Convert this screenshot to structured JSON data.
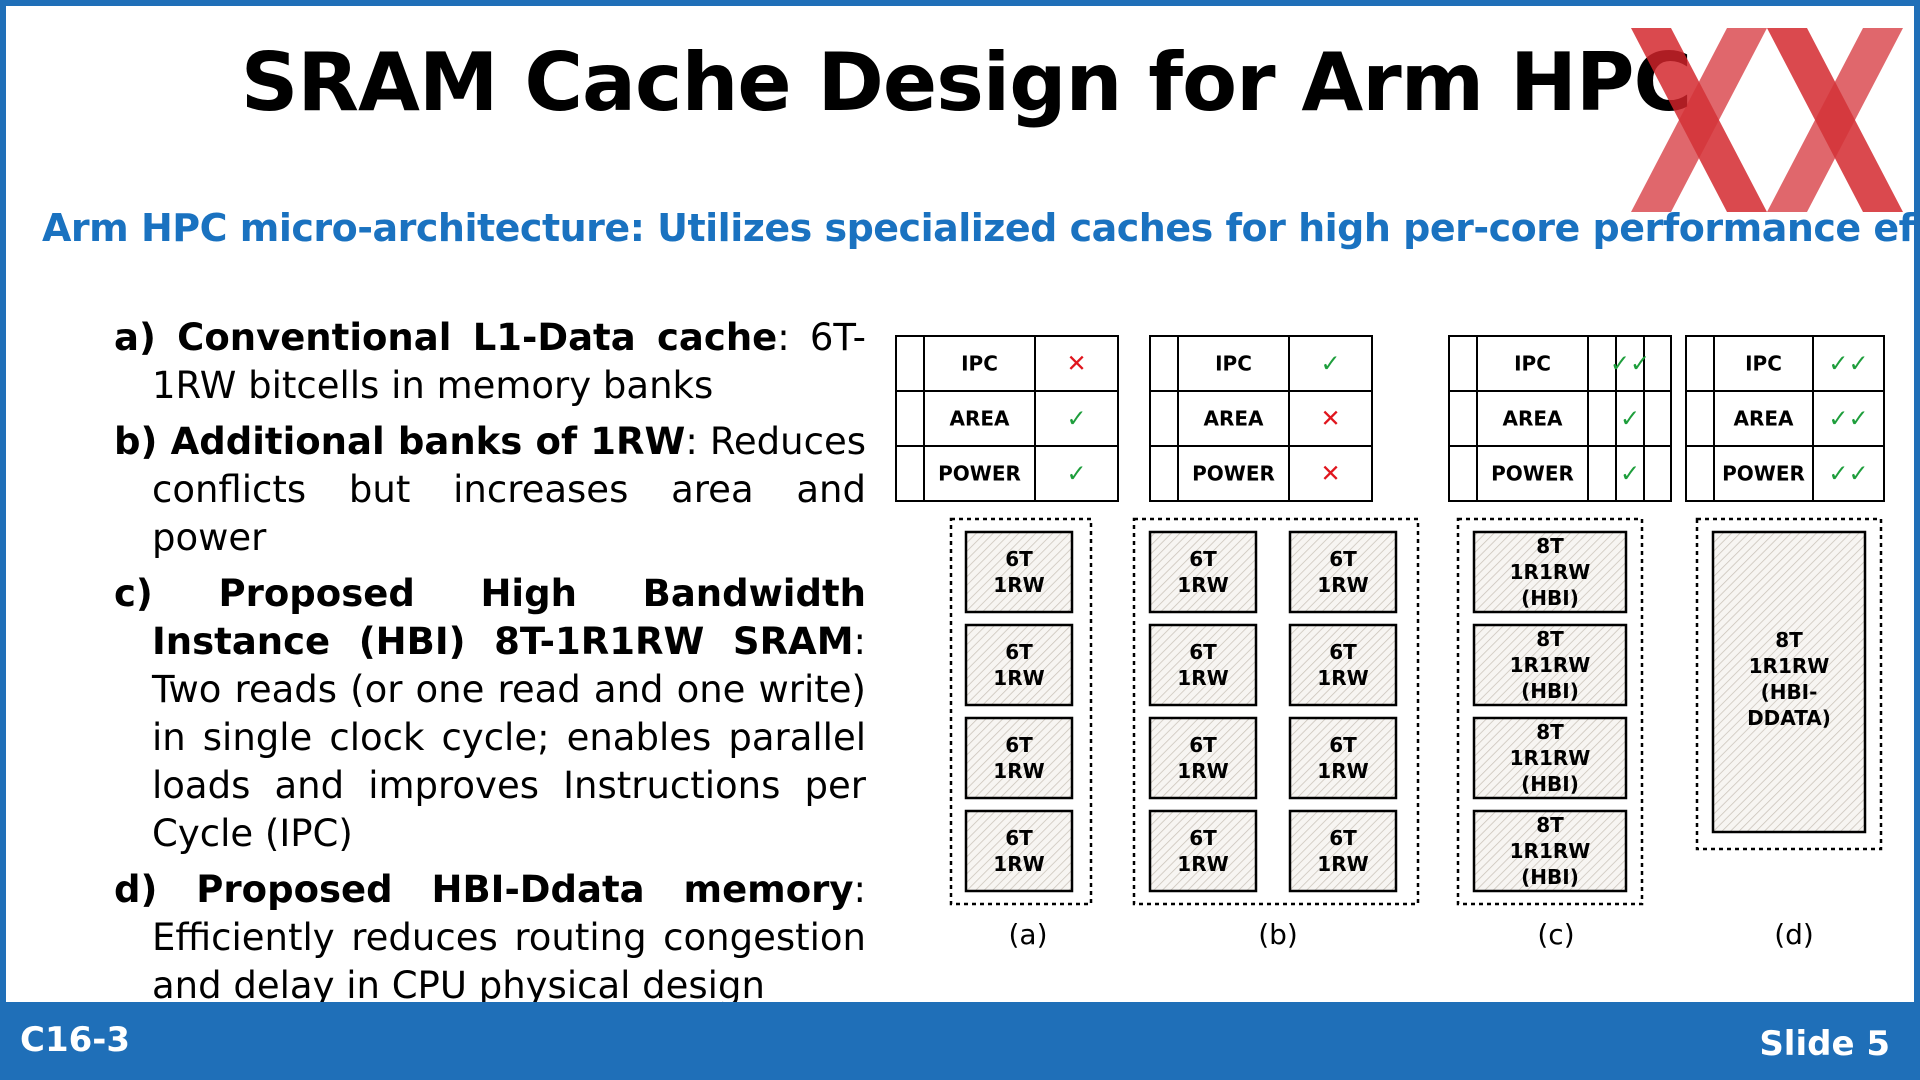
{
  "slide": {
    "title": "SRAM Cache Design for Arm HPC",
    "subtitle": "Arm HPC micro-architecture: Utilizes specialized caches for high per-core performance efficiency",
    "footer_left": "C16-3",
    "footer_right": "Slide 5",
    "accent_color": "#1f6fb8",
    "subtitle_color": "#1a72c0",
    "logo_color": "#d2232a"
  },
  "bullets": [
    {
      "label": "a) Conventional L1-Data cache",
      "text": ": 6T-1RW bitcells in memory banks"
    },
    {
      "label": "b) Additional banks of 1RW",
      "text": ": Reduces conflicts but increases area and power"
    },
    {
      "label": "c) Proposed High Bandwidth Instance (HBI) 8T-1R1RW SRAM",
      "text": ": Two reads (or one read and one write) in single clock cycle; enables parallel loads and improves Instructions per Cycle (IPC)"
    },
    {
      "label": "d) Proposed HBI-Ddata memory",
      "text": ": Efficiently reduces routing congestion and delay in CPU physical design"
    }
  ],
  "diagram": {
    "metrics": [
      "IPC",
      "AREA",
      "POWER"
    ],
    "configs": [
      {
        "caption": "(a)",
        "ratings": [
          "cross",
          "check",
          "check"
        ],
        "banks": [
          [
            "6T",
            "1RW"
          ],
          [
            "6T",
            "1RW"
          ],
          [
            "6T",
            "1RW"
          ],
          [
            "6T",
            "1RW"
          ]
        ]
      },
      {
        "caption": "(b)",
        "ratings": [
          "check",
          "cross",
          "cross"
        ],
        "banks": [
          [
            "6T",
            "1RW"
          ],
          [
            "6T",
            "1RW"
          ],
          [
            "6T",
            "1RW"
          ],
          [
            "6T",
            "1RW"
          ],
          [
            "6T",
            "1RW"
          ],
          [
            "6T",
            "1RW"
          ],
          [
            "6T",
            "1RW"
          ],
          [
            "6T",
            "1RW"
          ]
        ]
      },
      {
        "caption": "(c)",
        "ratings": [
          "check2",
          "check",
          "check"
        ],
        "banks": [
          [
            "8T",
            "1R1RW",
            "(HBI)"
          ],
          [
            "8T",
            "1R1RW",
            "(HBI)"
          ],
          [
            "8T",
            "1R1RW",
            "(HBI)"
          ],
          [
            "8T",
            "1R1RW",
            "(HBI)"
          ]
        ]
      },
      {
        "caption": "(d)",
        "ratings": [
          "check2",
          "check2",
          "check2"
        ],
        "banks": [
          [
            "8T",
            "1R1RW",
            "(HBI-",
            "DDATA)"
          ]
        ]
      }
    ],
    "check_color": "#1e9e3c",
    "cross_color": "#e0161e"
  }
}
